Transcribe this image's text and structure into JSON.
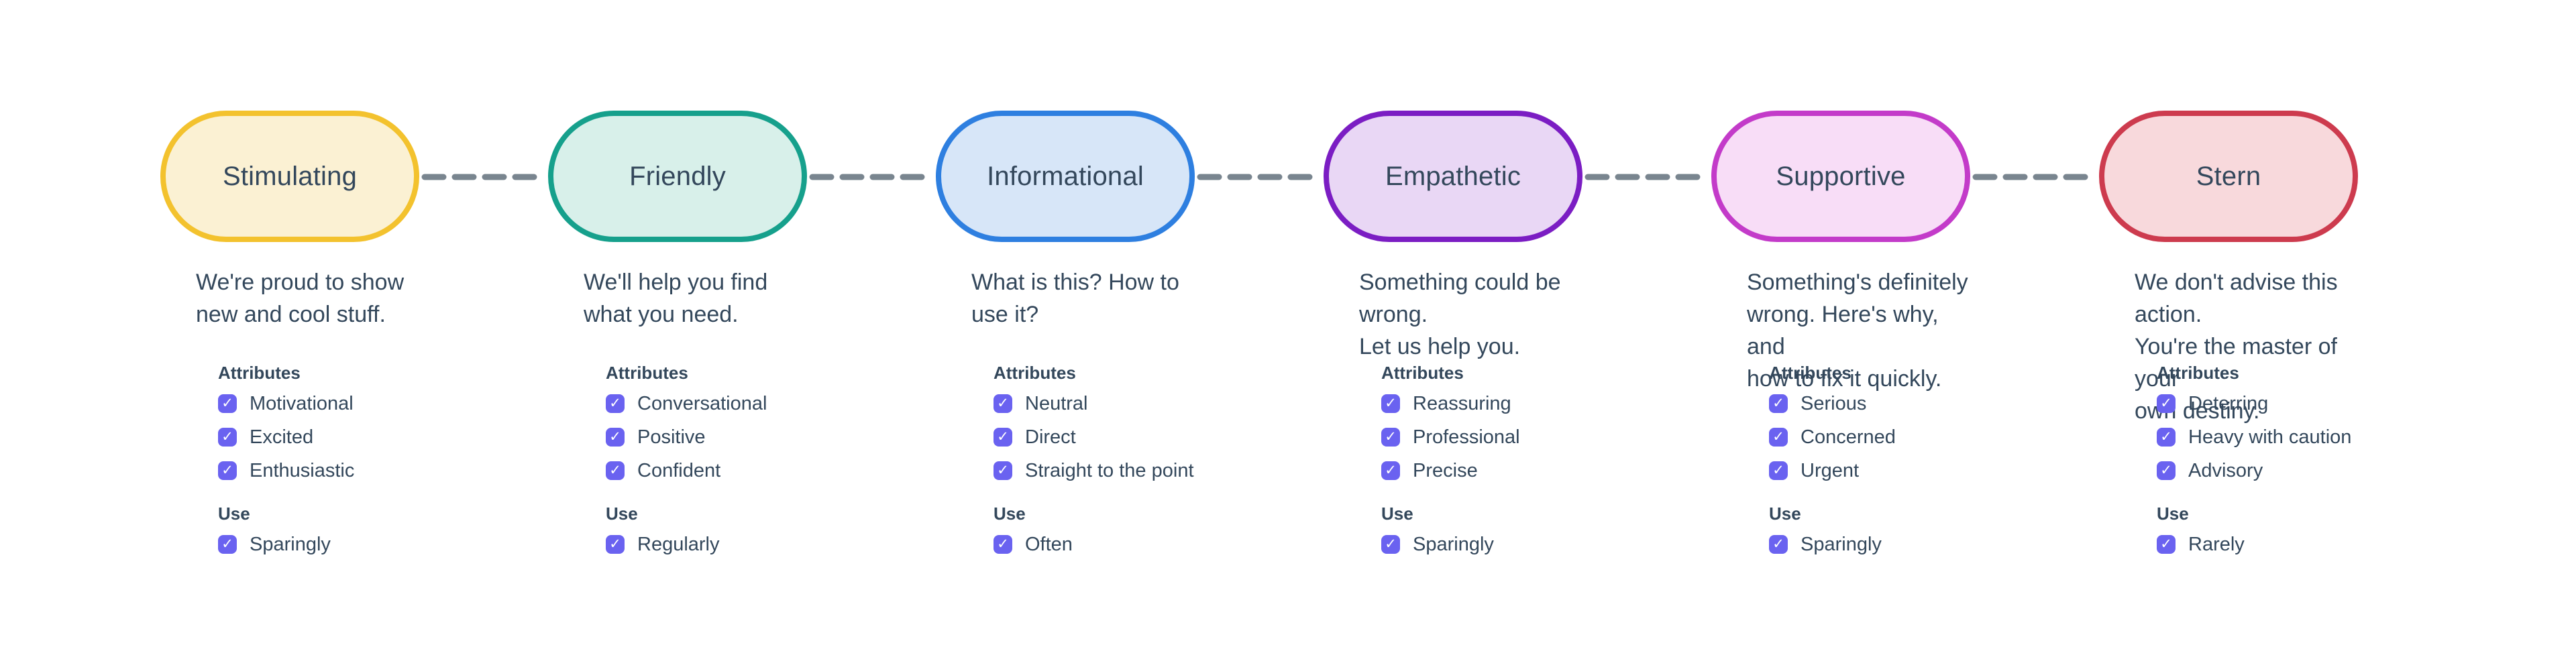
{
  "labels": {
    "attributes_header": "Attributes",
    "use_header": "Use",
    "check_glyph": "✓"
  },
  "colors": {
    "background": "#FFFFFF",
    "text": "#33475B",
    "checkbox": "#6A62F0",
    "connector": "#79858F"
  },
  "tones": [
    {
      "label": "Stimulating",
      "description": "We're proud to show\nnew and cool stuff.",
      "fill": "#FBF1D3",
      "border": "#F3C22E",
      "attributes": [
        "Motivational",
        "Excited",
        "Enthusiastic"
      ],
      "use": "Sparingly"
    },
    {
      "label": "Friendly",
      "description": "We'll help you find\nwhat you need.",
      "fill": "#D8F0EA",
      "border": "#16A08C",
      "attributes": [
        "Conversational",
        "Positive",
        "Confident"
      ],
      "use": "Regularly"
    },
    {
      "label": "Informational",
      "description": "What is this? How to\nuse it?",
      "fill": "#D7E6F8",
      "border": "#2E7FE0",
      "attributes": [
        "Neutral",
        "Direct",
        "Straight to the point"
      ],
      "use": "Often"
    },
    {
      "label": "Empathetic",
      "description": "Something could be wrong.\nLet us help you.",
      "fill": "#E9D7F5",
      "border": "#7B1DC3",
      "attributes": [
        "Reassuring",
        "Professional",
        "Precise"
      ],
      "use": "Sparingly"
    },
    {
      "label": "Supportive",
      "description": "Something's definitely\nwrong. Here's why, and\nhow to fix it quickly.",
      "fill": "#F8DDF7",
      "border": "#C33BC9",
      "attributes": [
        "Serious",
        "Concerned",
        "Urgent"
      ],
      "use": "Sparingly"
    },
    {
      "label": "Stern",
      "description": "We don't advise this action.\nYou're the master of your\nown destiny.",
      "fill": "#F8D9DC",
      "border": "#CD3B4E",
      "attributes": [
        "Deterring",
        "Heavy with caution",
        "Advisory"
      ],
      "use": "Rarely"
    }
  ]
}
